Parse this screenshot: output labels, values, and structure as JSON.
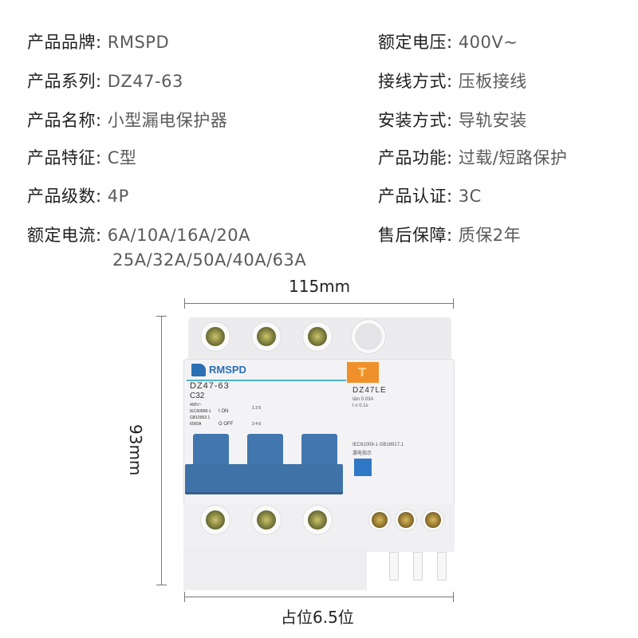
{
  "specs_left": [
    {
      "label": "产品品牌:",
      "value": "RMSPD"
    },
    {
      "label": "产品系列:",
      "value": "DZ47-63"
    },
    {
      "label": "产品名称:",
      "value": "小型漏电保护器"
    },
    {
      "label": "产品特征:",
      "value": "C型"
    },
    {
      "label": "产品级数:",
      "value": "4P"
    },
    {
      "label": "额定电流:",
      "value": "6A/10A/16A/20A",
      "value_line2": "25A/32A/50A/40A/63A"
    }
  ],
  "specs_right": [
    {
      "label": "额定电压:",
      "value": "400V~"
    },
    {
      "label": "接线方式:",
      "value": "压板接线"
    },
    {
      "label": "安装方式:",
      "value": "导轨安装"
    },
    {
      "label": "产品功能:",
      "value": "过载/短路保护"
    },
    {
      "label": "产品认证:",
      "value": "3C"
    },
    {
      "label": "售后保障:",
      "value": "质保2年"
    }
  ],
  "dimensions": {
    "width": "115mm",
    "height": "93mm",
    "modules": "占位6.5位"
  },
  "device": {
    "brand": "RMSPD",
    "model_left": "DZ47-63",
    "rating": "C32",
    "specs_small": [
      "400V~",
      "IEC60898-1",
      "GB10963.1",
      "6000A"
    ],
    "on_label": "I ON",
    "off_label": "O OFF",
    "pole_top": "1 3 5",
    "pole_bottom": "2 4 6",
    "toggle_label": "OFF",
    "module_test_key": "T",
    "model_right": "DZ47LE",
    "leak_spec": "IΔn  0.03A",
    "time_spec": "t  ≤ 0.1s",
    "standards_right": "IEC61009-1 GB16917.1",
    "indicator_label": "漏电指示",
    "colors": {
      "toggle_blue": "#4277ad",
      "test_orange": "#f0902a",
      "accent_cyan": "#4bb3c8",
      "indicator_blue": "#2f78c6"
    }
  }
}
